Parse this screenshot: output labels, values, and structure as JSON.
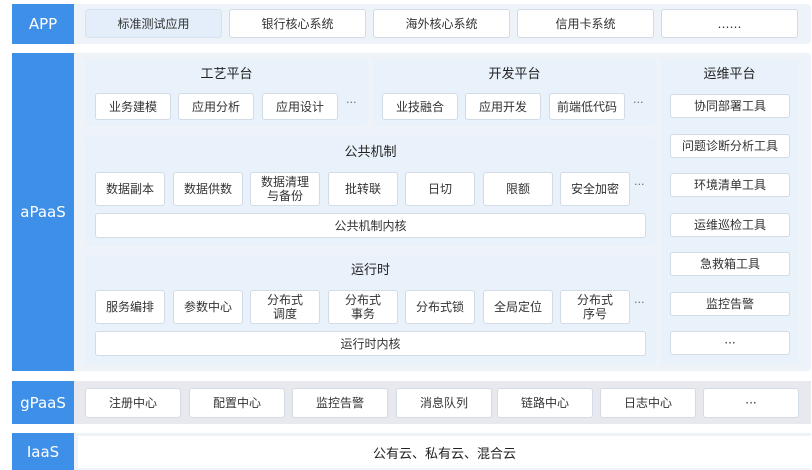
{
  "app": {
    "label": "APP",
    "items": [
      "标准测试应用",
      "银行核心系统",
      "海外核心系统",
      "信用卡系统",
      "……"
    ]
  },
  "apaas": {
    "label": "aPaaS",
    "craft": {
      "title": "工艺平台",
      "items": [
        "业务建模",
        "应用分析",
        "应用设计"
      ],
      "more": "···"
    },
    "dev": {
      "title": "开发平台",
      "items": [
        "业技融合",
        "应用开发",
        "前端低代码"
      ],
      "more": "···"
    },
    "common": {
      "title": "公共机制",
      "items": [
        "数据副本",
        "数据供数",
        "数据清理\n与备份",
        "批转联",
        "日切",
        "限额",
        "安全加密"
      ],
      "more": "···",
      "kernel": "公共机制内核"
    },
    "runtime": {
      "title": "运行时",
      "items": [
        "服务编排",
        "参数中心",
        "分布式\n调度",
        "分布式\n事务",
        "分布式锁",
        "全局定位",
        "分布式\n序号"
      ],
      "more": "···",
      "kernel": "运行时内核"
    },
    "ops": {
      "title": "运维平台",
      "items": [
        "协同部署工具",
        "问题诊断分析工具",
        "环境清单工具",
        "运维巡检工具",
        "急救箱工具",
        "监控告警",
        "···"
      ]
    }
  },
  "gpaas": {
    "label": "gPaaS",
    "items": [
      "注册中心",
      "配置中心",
      "监控告警",
      "消息队列",
      "链路中心",
      "日志中心",
      "···"
    ]
  },
  "iaas": {
    "label": "IaaS",
    "text": "公有云、私有云、混合云"
  },
  "colors": {
    "side": "#3d8fe7",
    "panel": "#e9f1fb",
    "layer": "#eef3f9",
    "gpaas": "#e7e9ee"
  }
}
